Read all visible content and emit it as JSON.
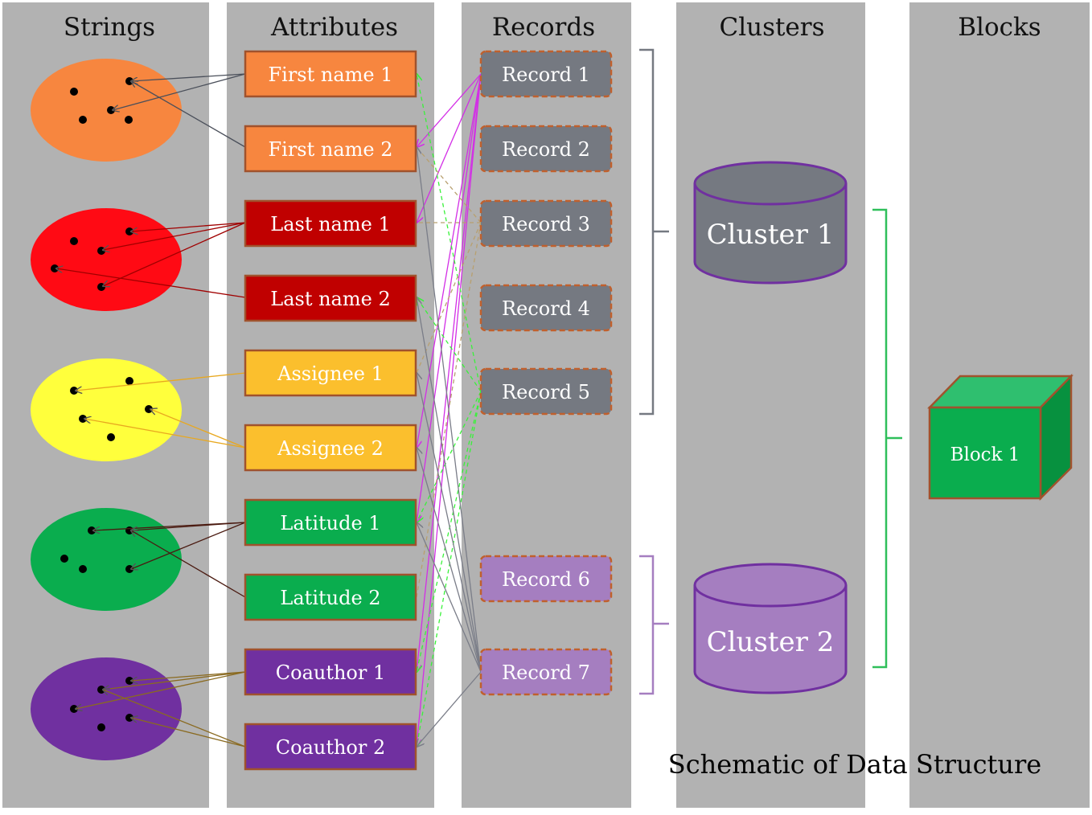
{
  "columns": {
    "strings": "Strings",
    "attributes": "Attributes",
    "records": "Records",
    "clusters": "Clusters",
    "blocks": "Blocks"
  },
  "attributes": [
    {
      "label": "First name 1",
      "color": "#f7863f"
    },
    {
      "label": "First name 2",
      "color": "#f7863f"
    },
    {
      "label": "Last name 1",
      "color": "#c00000"
    },
    {
      "label": "Last name 2",
      "color": "#c00000"
    },
    {
      "label": "Assignee 1",
      "color": "#fbbf2d"
    },
    {
      "label": "Assignee 2",
      "color": "#fbbf2d"
    },
    {
      "label": "Latitude 1",
      "color": "#0aad4e"
    },
    {
      "label": "Latitude 2",
      "color": "#0aad4e"
    },
    {
      "label": "Coauthor 1",
      "color": "#7030a0"
    },
    {
      "label": "Coauthor 2",
      "color": "#7030a0"
    }
  ],
  "records": [
    {
      "label": "Record 1",
      "color": "#757981"
    },
    {
      "label": "Record 2",
      "color": "#757981"
    },
    {
      "label": "Record 3",
      "color": "#757981"
    },
    {
      "label": "Record 4",
      "color": "#757981"
    },
    {
      "label": "Record 5",
      "color": "#757981"
    },
    {
      "label": "Record 6",
      "color": "#a57ec0"
    },
    {
      "label": "Record 7",
      "color": "#a57ec0"
    }
  ],
  "clusters": [
    {
      "label": "Cluster 1",
      "color": "#757981"
    },
    {
      "label": "Cluster 2",
      "color": "#a57ec0"
    }
  ],
  "block": {
    "label": "Block 1",
    "color": "#0aad4e"
  },
  "caption": "Schematic of Data Structure",
  "string_groups": [
    {
      "color": "#f7863f"
    },
    {
      "color": "#ff0a14"
    },
    {
      "color": "#ffff3c"
    },
    {
      "color": "#0aad4e"
    },
    {
      "color": "#7030a0"
    }
  ],
  "colors": {
    "panel": "#b2b2b2",
    "box_border": "#a0522d",
    "magenta_link": "#d32ee6",
    "green_link": "#39f23a",
    "tan_link": "#b8a070",
    "gray_link": "#7a7d88",
    "brace_green": "#2fbf5a"
  }
}
